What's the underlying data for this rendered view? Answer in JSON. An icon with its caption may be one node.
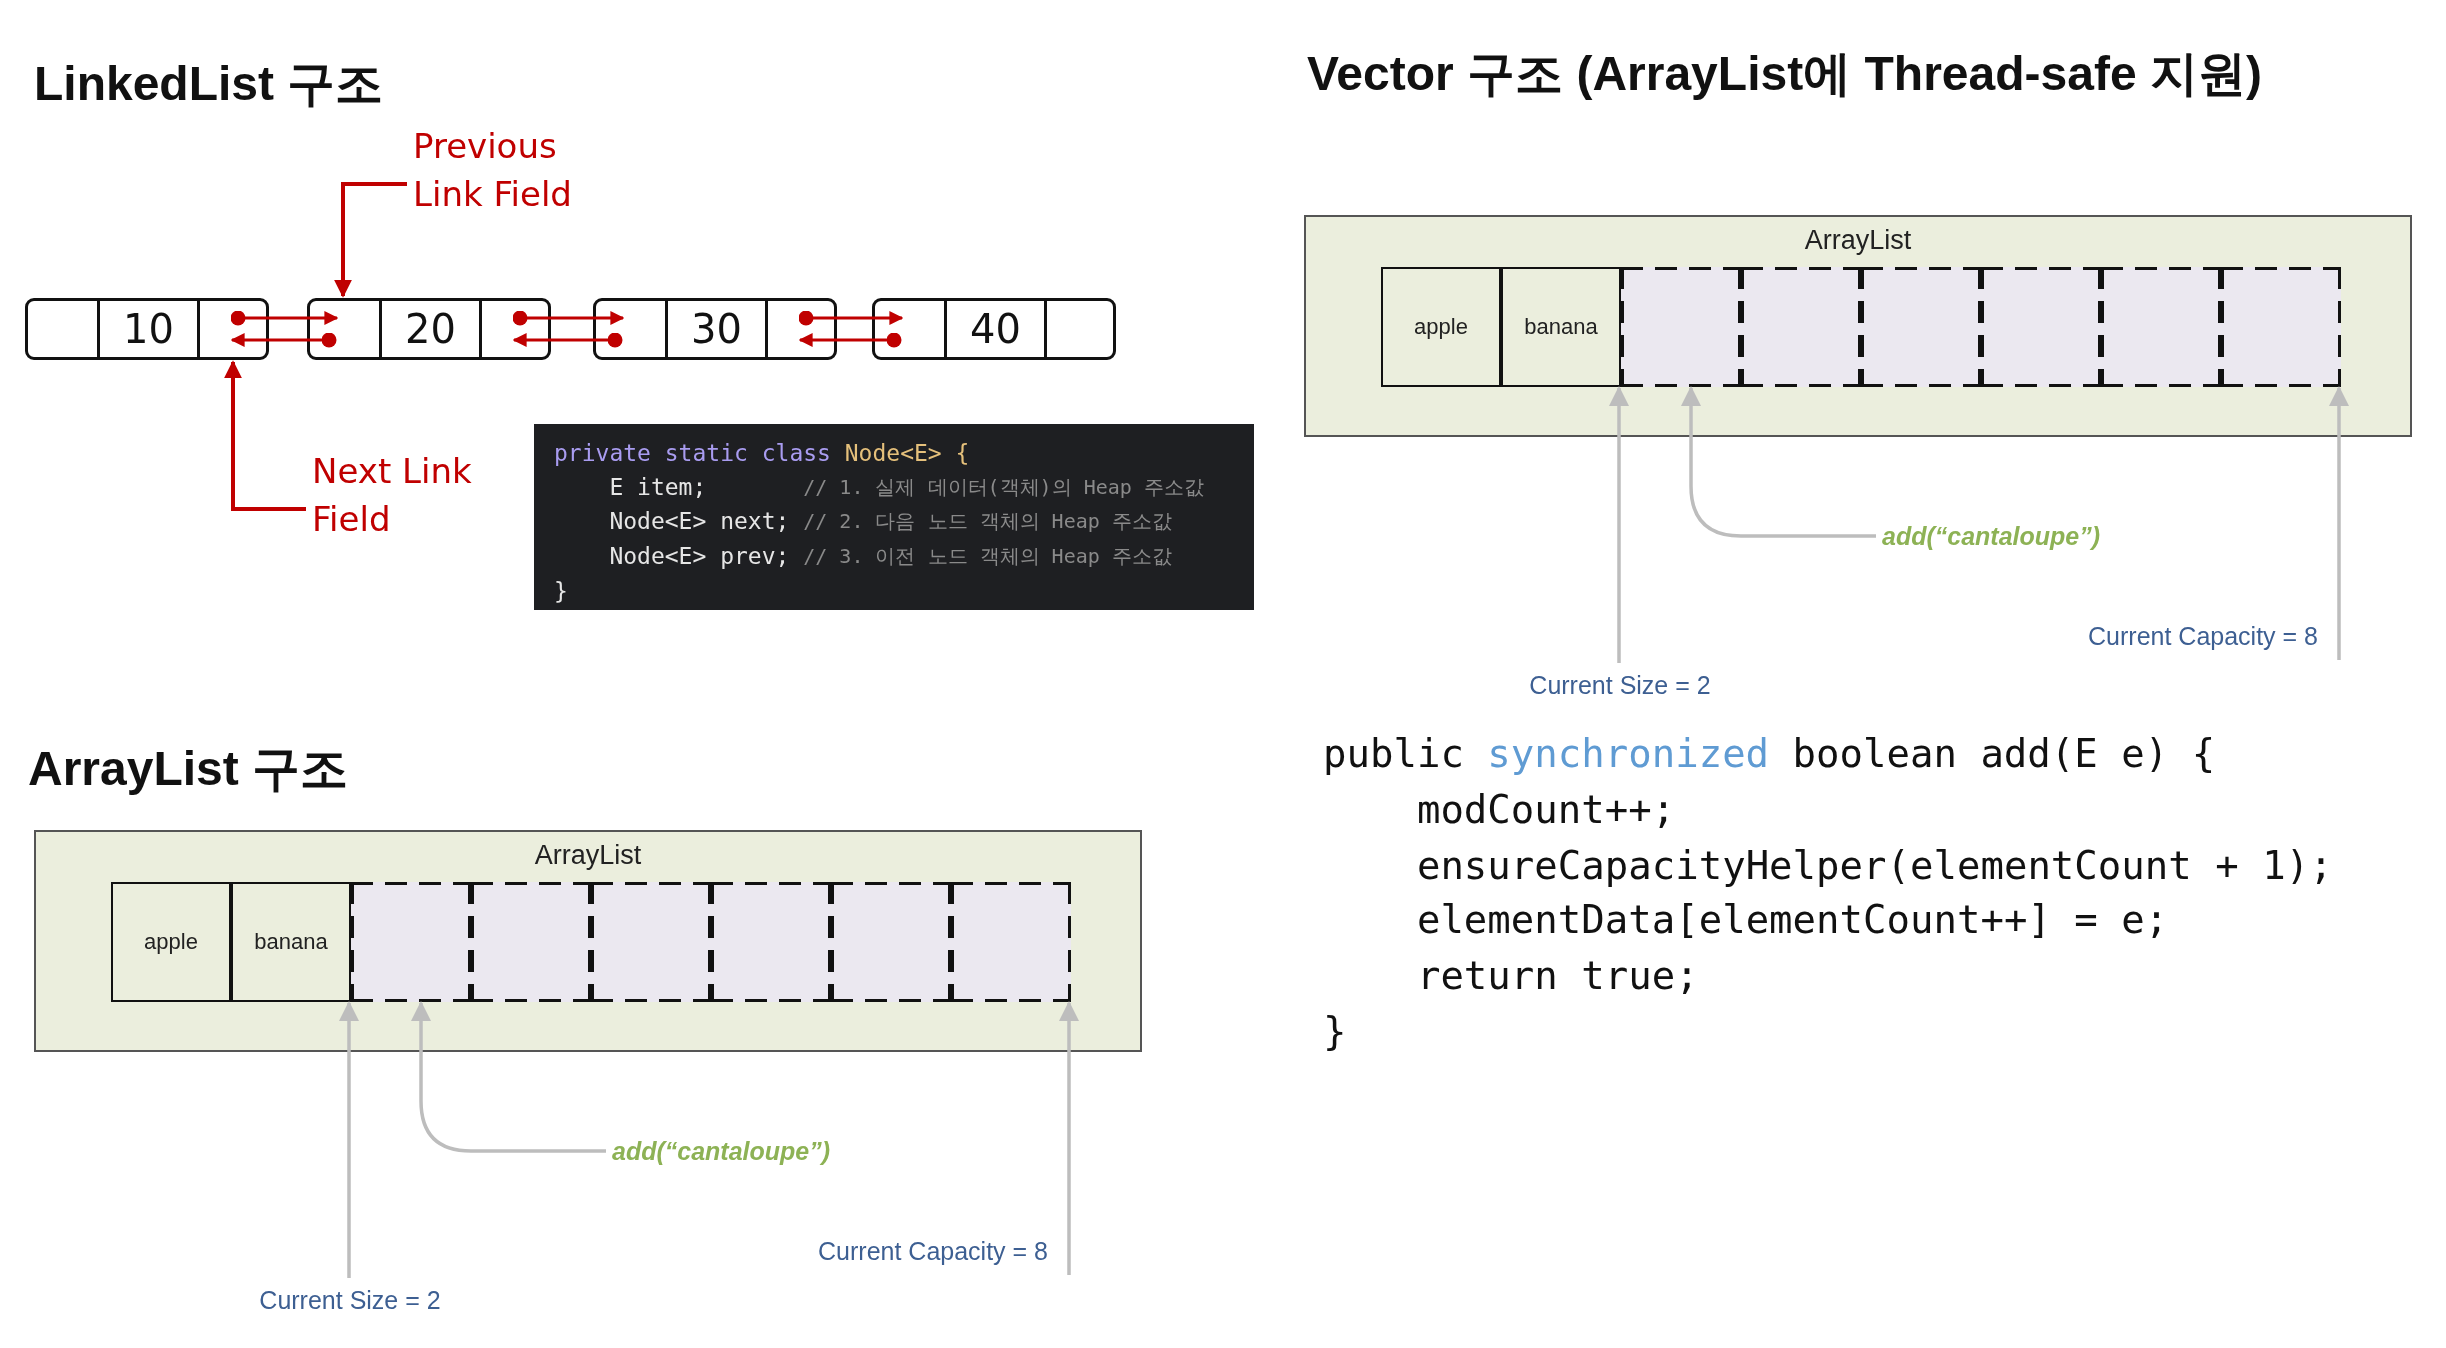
{
  "diagram": {
    "nodes": [
      {
        "text": [
          "Previous Link Field"
        ]
      },
      {
        "text": [
          "10"
        ]
      },
      {
        "text": [
          "20"
        ]
      },
      {
        "text": [
          "30"
        ]
      },
      {
        "text": [
          "40"
        ]
      },
      {
        "text": [
          "Next Link Field"
        ]
      },
      {
        "text": [
          "private static class",
          "Node<E> {",
          "E item;",
          "// 1. 실제 데이터(객체)의 Heap 주소값",
          "Node<E> next;",
          "// 2. 다음 노드 객체의 Heap 주소값",
          "Node<E> prev;",
          "// 3. 이전 노드 객체의 Heap 주소값",
          "}"
        ]
      },
      {
        "text": [
          "ArrayList"
        ]
      },
      {
        "text": [
          "apple"
        ],
        "in": 7
      },
      {
        "text": [
          "banana"
        ],
        "in": 7
      },
      {
        "text": [],
        "shape": "box",
        "in": 7
      },
      {
        "text": [],
        "shape": "box",
        "in": 7
      },
      {
        "text": [],
        "shape": "box",
        "in": 7
      },
      {
        "text": [],
        "shape": "box",
        "in": 7
      },
      {
        "text": [],
        "shape": "box",
        "in": 7
      },
      {
        "text": [],
        "shape": "box",
        "in": 7
      },
      {
        "text": [
          "add(“cantaloupe”)"
        ]
      },
      {
        "text": [
          "Current Capacity = 8"
        ]
      },
      {
        "text": [
          "Current Size = 2"
        ]
      },
      {
        "text": [
          "ArrayList"
        ]
      },
      {
        "text": [
          "apple"
        ],
        "in": 19
      },
      {
        "text": [
          "banana"
        ],
        "in": 19
      },
      {
        "text": [],
        "shape": "box",
        "in": 19
      },
      {
        "text": [],
        "shape": "box",
        "in": 19
      },
      {
        "text": [],
        "shape": "box",
        "in": 19
      },
      {
        "text": [],
        "shape": "box",
        "in": 19
      },
      {
        "text": [],
        "shape": "box",
        "in": 19
      },
      {
        "text": [],
        "shape": "box",
        "in": 19
      },
      {
        "text": [
          "add(“cantaloupe”)"
        ]
      },
      {
        "text": [
          "Current Capacity = 8"
        ]
      },
      {
        "text": [
          "Current Size = 2"
        ]
      }
    ],
    "edges": [
      {
        "from": 0,
        "to": 2,
        "arrow": "to"
      },
      {
        "from": 5,
        "to": 1,
        "arrow": "to"
      },
      {
        "from": 1,
        "to": 2,
        "arrow": "to"
      },
      {
        "from": 2,
        "to": 1,
        "arrow": "to"
      },
      {
        "from": 2,
        "to": 3,
        "arrow": "to"
      },
      {
        "from": 3,
        "to": 2,
        "arrow": "to"
      },
      {
        "from": 3,
        "to": 4,
        "arrow": "to"
      },
      {
        "from": 4,
        "to": 3,
        "arrow": "to"
      },
      {
        "from": 16,
        "to": 10,
        "arrow": "to",
        "color": "#bdbdbd"
      },
      {
        "from": 17,
        "to": 15,
        "arrow": "to",
        "color": "#bdbdbd"
      },
      {
        "from": 18,
        "to": 10,
        "arrow": "to",
        "color": "#bdbdbd"
      },
      {
        "from": 28,
        "to": 22,
        "arrow": "to",
        "color": "#bdbdbd"
      },
      {
        "from": 29,
        "to": 27,
        "arrow": "to",
        "color": "#bdbdbd"
      },
      {
        "from": 30,
        "to": 22,
        "arrow": "to",
        "color": "#bdbdbd"
      }
    ],
    "labels": [
      "LinkedList 구조",
      "Vector 구조 (ArrayList에 Thread-safe 지원)",
      "ArrayList 구조",
      "public",
      "synchronized",
      "boolean add(E e) {",
      "modCount++;",
      "ensureCapacityHelper(elementCount + 1);",
      "elementData[elementCount++] = e;",
      "return true;",
      "}"
    ]
  }
}
